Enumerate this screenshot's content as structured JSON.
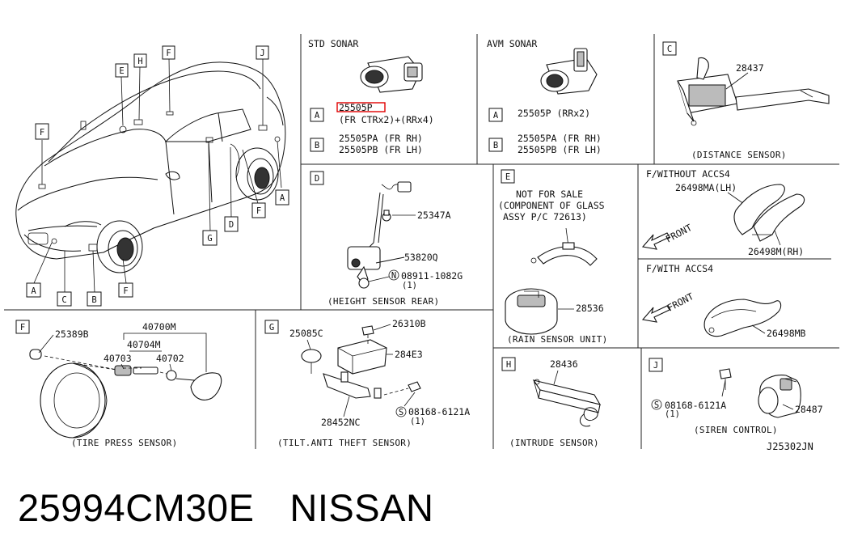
{
  "car": {
    "tags": [
      "E",
      "H",
      "F",
      "J",
      "F",
      "A",
      "F",
      "D",
      "G",
      "A",
      "C",
      "B",
      "F"
    ]
  },
  "std_sonar": {
    "title": "STD SONAR",
    "rows": [
      {
        "tag": "A",
        "lines": [
          "25505P",
          "(FR CTRx2)+(RRx4)"
        ]
      },
      {
        "tag": "B",
        "lines": [
          "25505PA (FR RH)",
          "25505PB (FR LH)"
        ]
      }
    ]
  },
  "avm_sonar": {
    "title": "AVM SONAR",
    "rows": [
      {
        "tag": "A",
        "lines": [
          "25505P (RRx2)"
        ]
      },
      {
        "tag": "B",
        "lines": [
          "25505PA (FR RH)",
          "25505PB (FR LH)"
        ]
      }
    ]
  },
  "distance": {
    "tag": "C",
    "part": "28437",
    "caption": "(DISTANCE SENSOR)"
  },
  "height": {
    "tag": "D",
    "parts": [
      "25347A",
      "53820Q",
      "08911-1082G",
      "(1)"
    ],
    "symbol": "N",
    "caption": "(HEIGHT SENSOR REAR)"
  },
  "rain": {
    "tag": "E",
    "note": [
      "NOT FOR SALE",
      "(COMPONENT OF GLASS",
      "ASSY P/C 72613)"
    ],
    "part": "28536",
    "caption": "(RAIN SENSOR UNIT)"
  },
  "accs": {
    "without_title": "F/WITHOUT ACCS4",
    "without_parts": [
      "26498MA(LH)",
      "26498M(RH)"
    ],
    "with_title": "F/WITH ACCS4",
    "with_part": "26498MB",
    "front": "FRONT"
  },
  "tire": {
    "tag": "F",
    "parts": [
      "25389B",
      "40700M",
      "40704M",
      "40703",
      "40702"
    ],
    "caption": "(TIRE PRESS SENSOR)"
  },
  "tilt": {
    "tag": "G",
    "parts": [
      "25085C",
      "26310B",
      "284E3",
      "28452NC",
      "08168-6121A",
      "(1)"
    ],
    "symbol": "S",
    "caption": "(TILT.ANTI THEFT SENSOR)"
  },
  "intrude": {
    "tag": "H",
    "part": "28436",
    "caption": "(INTRUDE SENSOR)"
  },
  "siren": {
    "tag": "J",
    "parts": [
      "08168-6121A",
      "(1)",
      "28487"
    ],
    "symbol": "S",
    "caption": "(SIREN CONTROL)"
  },
  "diagram_code": "J25302JN",
  "footer": {
    "part_number": "25994CM30E",
    "brand": "NISSAN"
  },
  "colors": {
    "highlight": "#e00000",
    "ink": "#111111"
  }
}
